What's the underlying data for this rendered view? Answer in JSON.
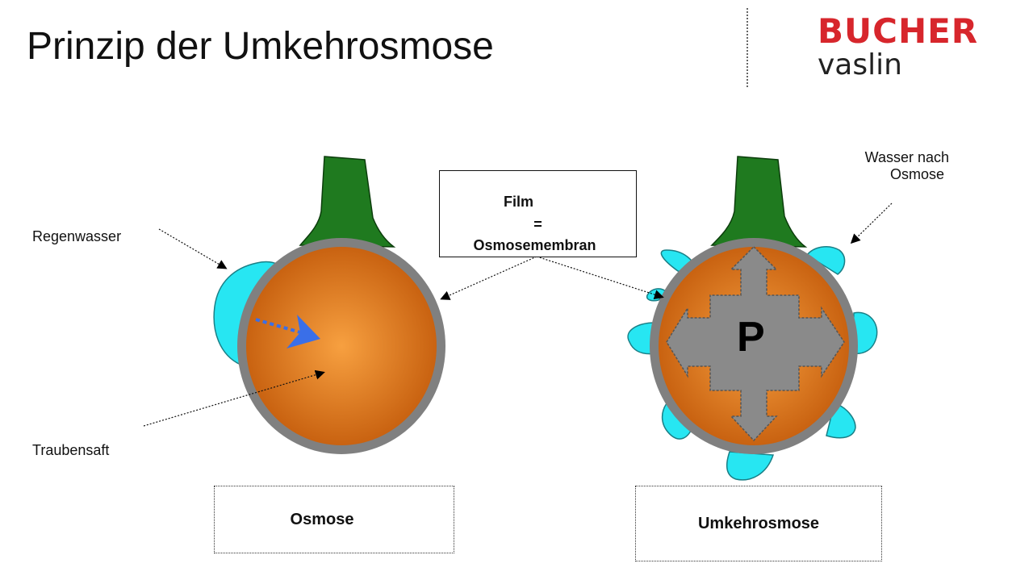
{
  "slide": {
    "title": "Prinzip der Umkehrosmose"
  },
  "logo": {
    "brand_top": "BUCHER",
    "brand_bottom": "vaslin",
    "brand_color": "#d7262c"
  },
  "labels": {
    "regenwasser": "Regenwasser",
    "traubensaft": "Traubensaft",
    "wasser_line1": "Wasser nach",
    "wasser_line2": "Osmose",
    "film_line1": "Film",
    "film_line2": "=",
    "film_line3": "Osmosemembran",
    "pressure": "P"
  },
  "captions": {
    "left": "Osmose",
    "right": "Umkehrosmose"
  },
  "colors": {
    "grape_center": "#f59a3a",
    "grape_edge": "#c8600e",
    "membrane": "#808080",
    "stem": "#1f7a1f",
    "water": "#27e6f2",
    "arrow_blue": "#3a6fe8",
    "pressure_arrows": "#8a8a8a"
  }
}
